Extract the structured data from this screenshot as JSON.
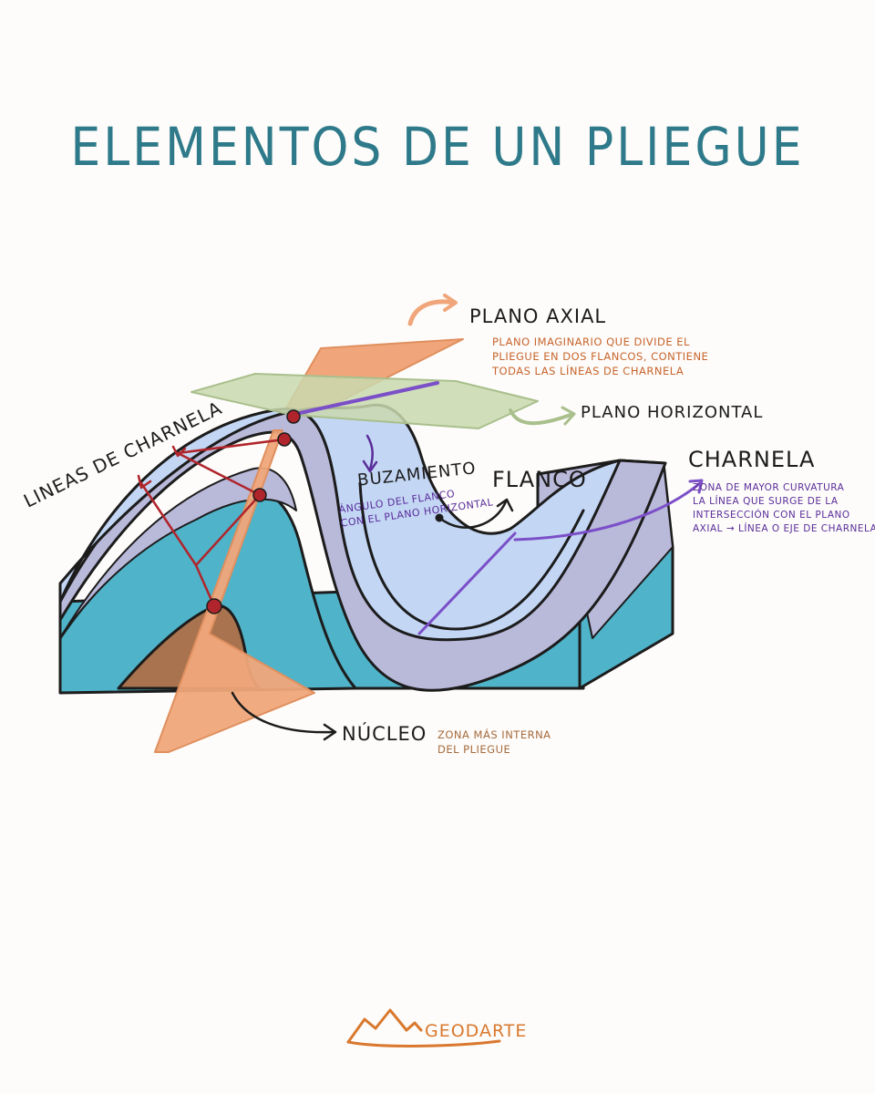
{
  "title": "ELEMENTOS DE UN PLIEGUE",
  "labels": {
    "plano_axial": "PLANO AXIAL",
    "plano_horizontal": "PLANO HORIZONTAL",
    "charnela": "CHARNELA",
    "lineas_charnela": "LINEAS DE CHARNELA",
    "buzamiento": "BUZAMIENTO",
    "flanco": "FLANCO",
    "nucleo": "NÚCLEO"
  },
  "notes": {
    "plano_axial": [
      "PLANO IMAGINARIO QUE DIVIDE EL",
      "PLIEGUE EN DOS FLANCOS, CONTIENE",
      "TODAS LAS LÍNEAS DE CHARNELA"
    ],
    "buzamiento": [
      "ÁNGULO DEL FLANCO",
      "CON EL PLANO HORIZONTAL"
    ],
    "charnela": [
      "ZONA DE MAYOR CURVATURA",
      "LA LÍNEA QUE SURGE DE LA",
      "INTERSECCIÓN CON EL PLANO",
      "AXIAL → LÍNEA O EJE DE CHARNELA"
    ],
    "nucleo": [
      "ZONA MÁS INTERNA",
      "DEL PLIEGUE"
    ]
  },
  "brand": "GEODARTE",
  "colors": {
    "title": "#2f7a8a",
    "axial_plane": "#f0a67a",
    "horizontal_plane": "#c9d8ae",
    "layer_blue": "#4fb3c9",
    "layer_lavender": "#b9b9da",
    "layer_light": "#c3d6f4",
    "core": "#a8734e",
    "hinge_points": "#b0252b",
    "hinge_line": "#7b4fc8",
    "brand": "#d9782e"
  }
}
